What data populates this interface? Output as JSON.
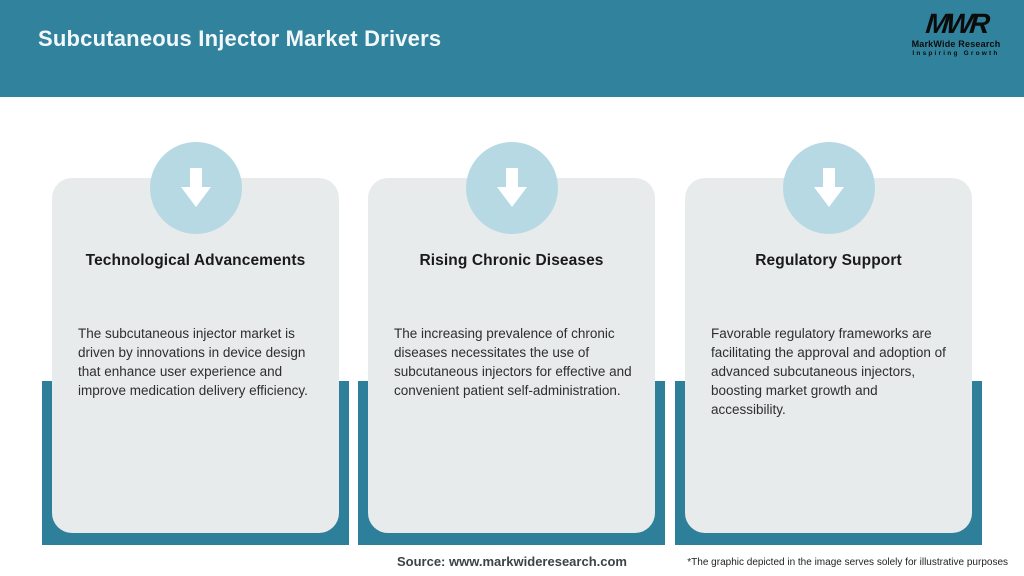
{
  "header": {
    "title": "Subcutaneous Injector Market Drivers",
    "logo": {
      "monogram": "MWR",
      "name": "MarkWide Research",
      "tagline": "Inspiring Growth"
    }
  },
  "cards": [
    {
      "icon": "down-arrow-icon",
      "title": "Technological Advancements",
      "body": "The subcutaneous injector market is driven by innovations in device design that enhance user experience and improve medication delivery efficiency."
    },
    {
      "icon": "down-arrow-icon",
      "title": "Rising Chronic Diseases",
      "body": "The increasing prevalence of chronic diseases necessitates the use of subcutaneous injectors for effective and convenient patient self-administration."
    },
    {
      "icon": "down-arrow-icon",
      "title": "Regulatory Support",
      "body": "Favorable regulatory frameworks are facilitating the approval and adoption of advanced subcutaneous injectors, boosting market growth and accessibility."
    }
  ],
  "footer": {
    "source": "Source: www.markwideresearch.com",
    "disclaimer": "*The graphic depicted in the image serves solely for illustrative purposes"
  },
  "colors": {
    "header_teal": "#31839D",
    "backdrop_teal": "#2E7F9A",
    "circle_blue": "#B7D9E4",
    "card_gray": "#E8EBEB",
    "arrow_white": "#FFFFFF"
  }
}
